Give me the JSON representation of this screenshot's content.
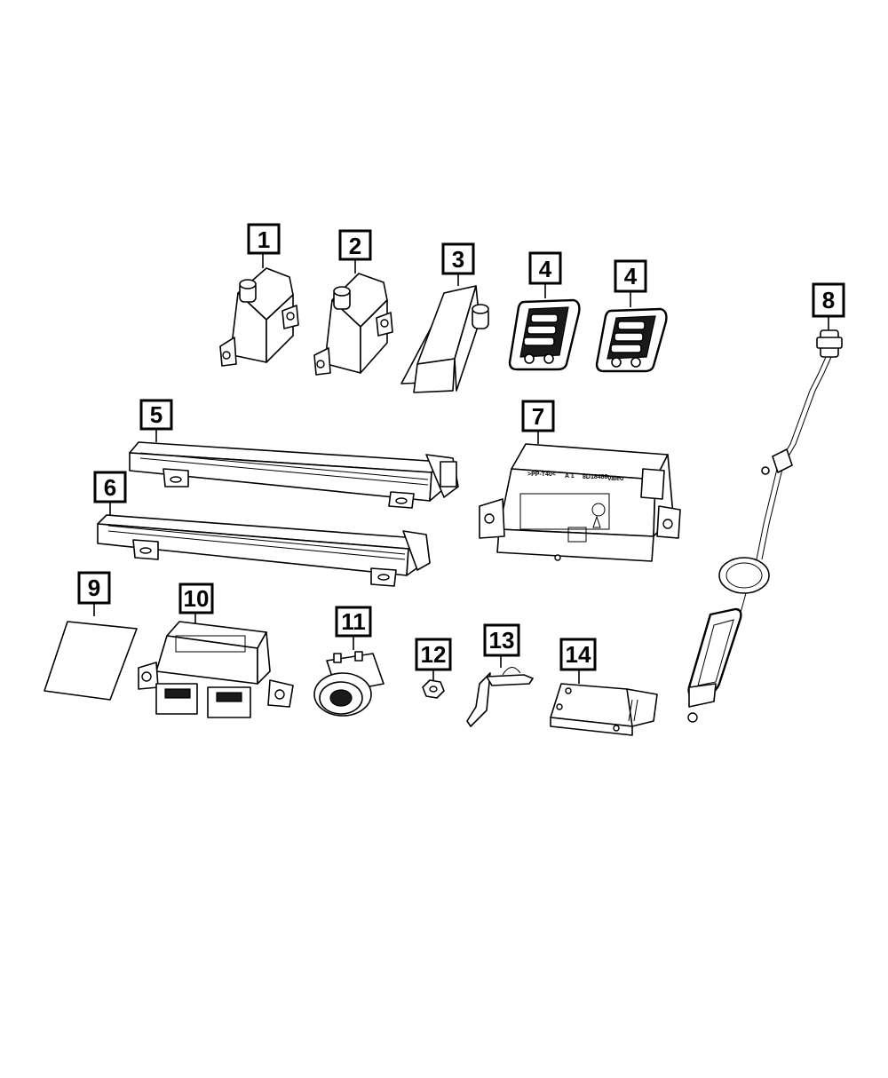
{
  "callouts": {
    "c1": "1",
    "c2": "2",
    "c3": "3",
    "c4a": "4",
    "c4b": "4",
    "c5": "5",
    "c6": "6",
    "c7": "7",
    "c8": "8",
    "c9": "9",
    "c10": "10",
    "c11": "11",
    "c12": "12",
    "c13": "13",
    "c14": "14"
  },
  "module_label": {
    "line1": ">PP-T40<",
    "line2": "A 1",
    "line3": "8D18488",
    "brand": "Valeo"
  }
}
